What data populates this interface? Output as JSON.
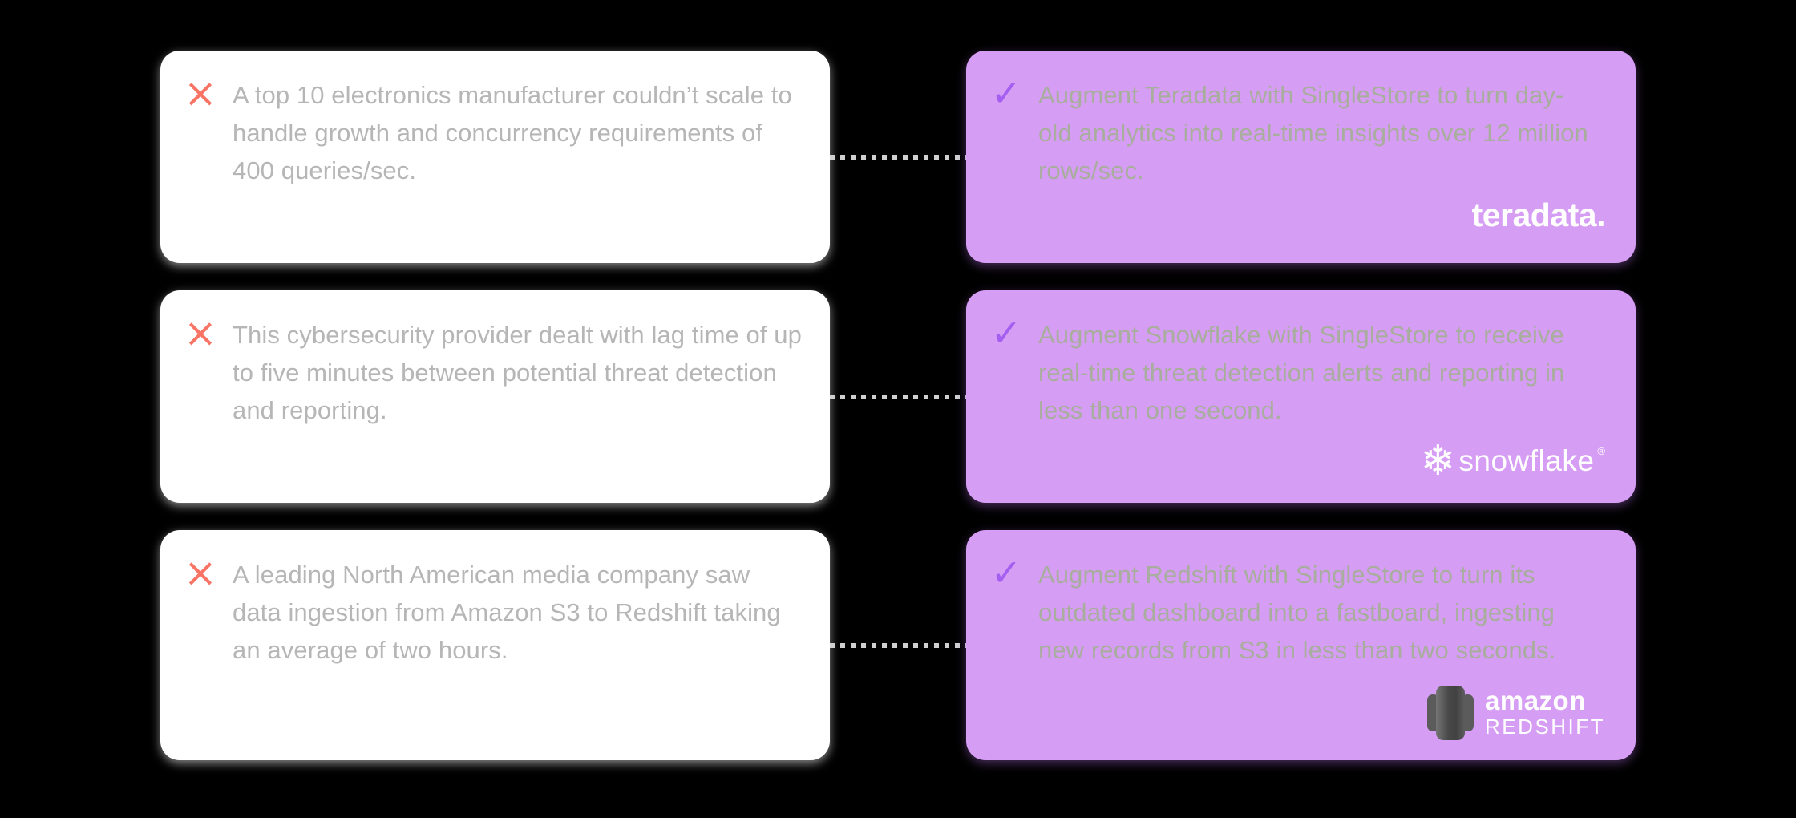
{
  "theme": {
    "background": "#000000",
    "card_white": "#ffffff",
    "card_purple": "#d69df4",
    "problem_text": "#b6b6b6",
    "solution_text": "#a8ad9e",
    "x_icon": "#f87566",
    "check_icon": "#a55ff0",
    "connector": "#d0d0d0",
    "logo_white": "#ffffff",
    "redshift_icon_dark": "#4f4f4f"
  },
  "icons": {
    "x_glyph": "×",
    "check_glyph": "✓",
    "snowflake_glyph": "❄"
  },
  "rows": [
    {
      "problem_text": "A top 10 electronics manufacturer couldn’t scale to handle growth and concurrency requirements of 400 queries/sec.",
      "solution_text": "Augment Teradata with SingleStore to turn day-old analytics into real-time insights over 12 million rows/sec.",
      "brand": {
        "name": "Teradata",
        "wordmark": "teradata."
      }
    },
    {
      "problem_text": "This cybersecurity provider dealt with lag time of up to five minutes between potential threat detection and reporting.",
      "solution_text": "Augment Snowflake with SingleStore to receive real-time threat detection alerts and reporting in less than one second.",
      "brand": {
        "name": "Snowflake",
        "wordmark": "snowflake",
        "registered_mark": "®"
      }
    },
    {
      "problem_text": "A leading North American media company saw data ingestion from Amazon S3 to Redshift taking an average of two hours.",
      "solution_text": "Augment Redshift with SingleStore to turn its outdated dashboard into a fastboard, ingesting new records from S3 in less than two seconds.",
      "brand": {
        "name": "Amazon Redshift",
        "wordmark_top": "amazon",
        "wordmark_bottom": "REDSHIFT"
      }
    }
  ]
}
